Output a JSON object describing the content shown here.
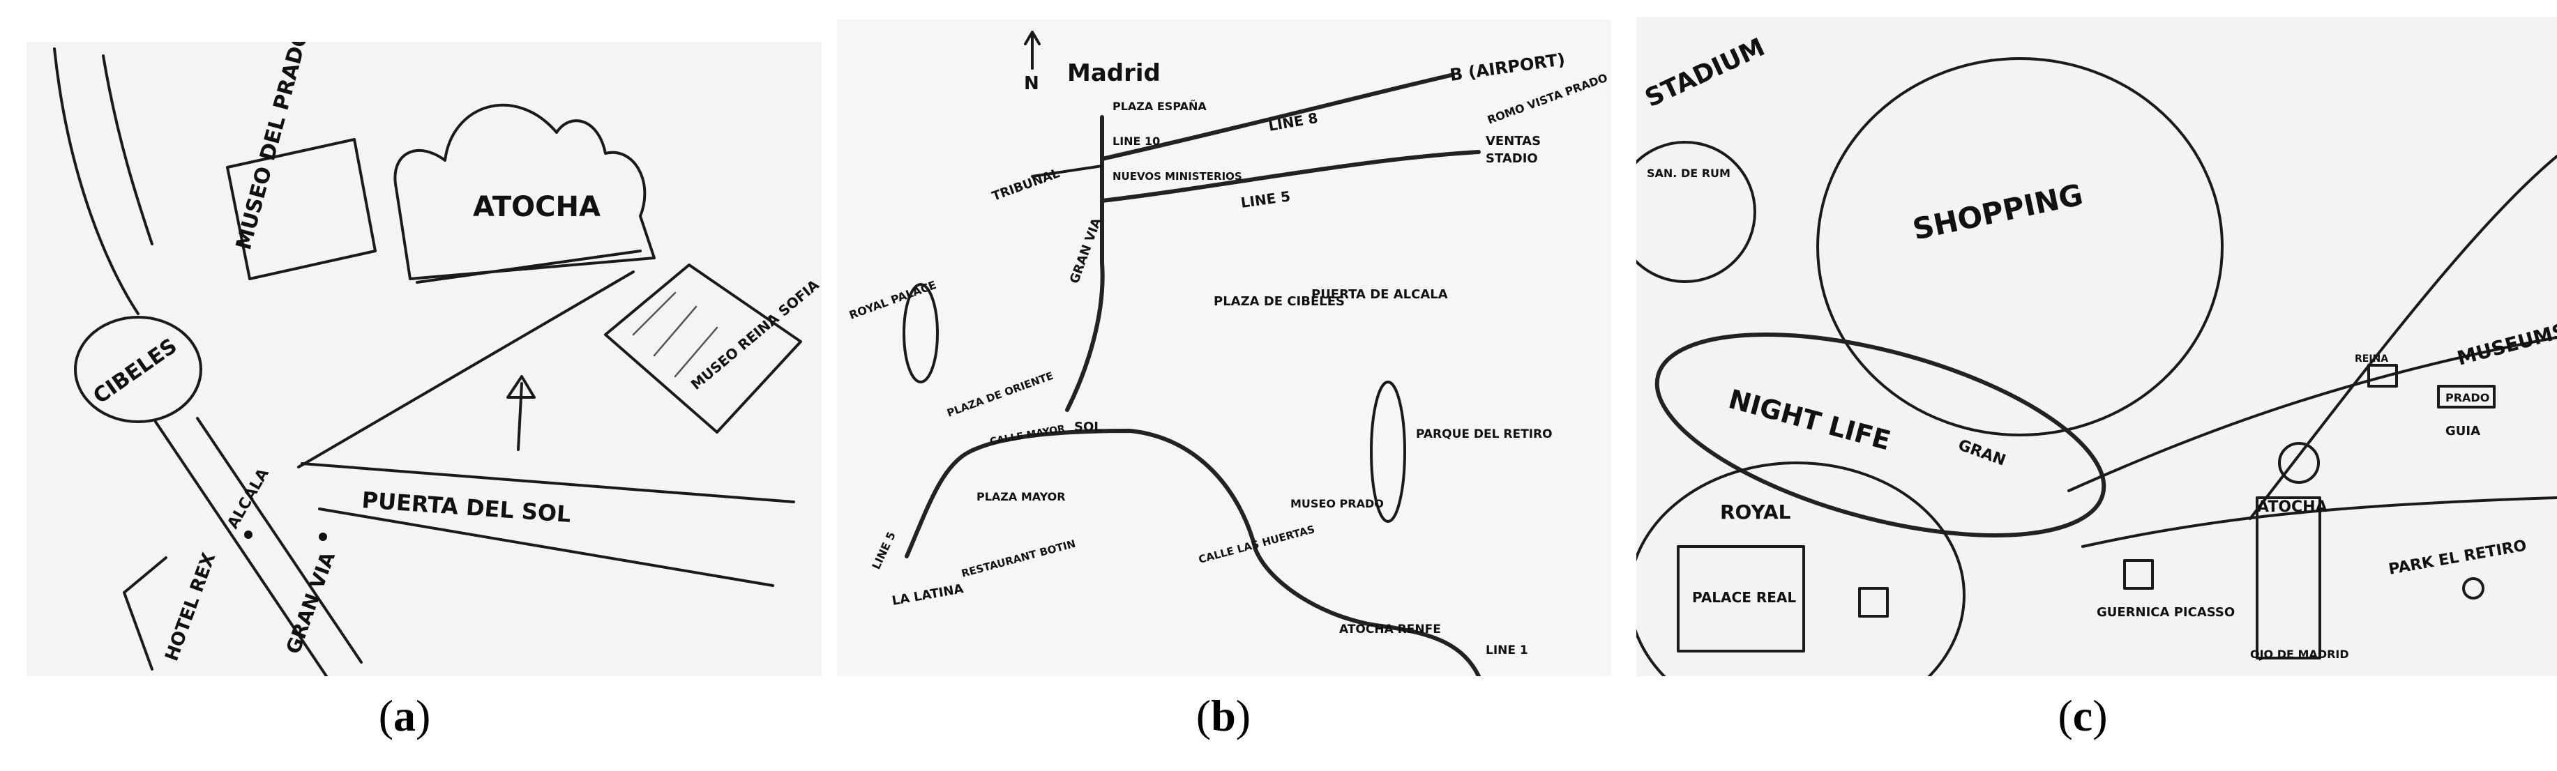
{
  "captions": {
    "a": "a",
    "b": "b",
    "c": "c"
  },
  "panel_a": {
    "labels": {
      "museo": "MUSEO DEL PRADO",
      "atocha": "ATOCHA",
      "reina": "MUSEO REINA SOFIA",
      "cibeles": "CIBELES",
      "puerta": "PUERTA DEL SOL",
      "hotel": "HOTEL REX",
      "gran_via": "GRAN VIA",
      "street": "ALCALA"
    }
  },
  "panel_b": {
    "labels": {
      "north": "N",
      "title": "Madrid",
      "linea8": "B (AIRPORT)",
      "linea8b": "LINE 8",
      "ramo": "ROMO VISTA PRADO",
      "ventas": "VENTAS",
      "stadio": "STADIO",
      "linea5": "LINE 5",
      "plaza_espana": "PLAZA ESPAÑA",
      "linea10": "LINE 10",
      "nuevos": "NUEVOS MINISTERIOS",
      "tribunal": "TRIBUNAL",
      "gran_via": "GRAN VIA",
      "cibeles": "PLAZA DE CIBELES",
      "alcala": "PUERTA DE ALCALA",
      "royal": "ROYAL PALACE",
      "opera": "PLAZA DE ORIENTE",
      "sol": "SOL",
      "mayor": "CALLE MAYOR",
      "retiro": "PARQUE DEL RETIRO",
      "plaza_mayor": "PLAZA MAYOR",
      "line5": "LINE 5",
      "latina": "LA LATINA",
      "restaurant": "RESTAURANT BOTIN",
      "huertas": "CALLE LAS HUERTAS",
      "prado": "MUSEO PRADO",
      "atocha": "ATOCHA RENFE",
      "line1": "LINE 1"
    }
  },
  "panel_c": {
    "labels": {
      "stadium": "STADIUM",
      "bernabeu": "SAN. DE RUM",
      "shopping": "SHOPPING",
      "night": "NIGHT LIFE",
      "gran": "GRAN",
      "museums": "MUSEUMS",
      "prado": "PRADO",
      "reina": "REINA",
      "royal": "ROYAL",
      "palace": "PALACE REAL",
      "atocha": "ATOCHA",
      "guernica": "GUERNICA PICASSO",
      "park": "PARK EL RETIRO",
      "ojo": "OJO DE MADRID",
      "guia": "GUIA"
    }
  }
}
